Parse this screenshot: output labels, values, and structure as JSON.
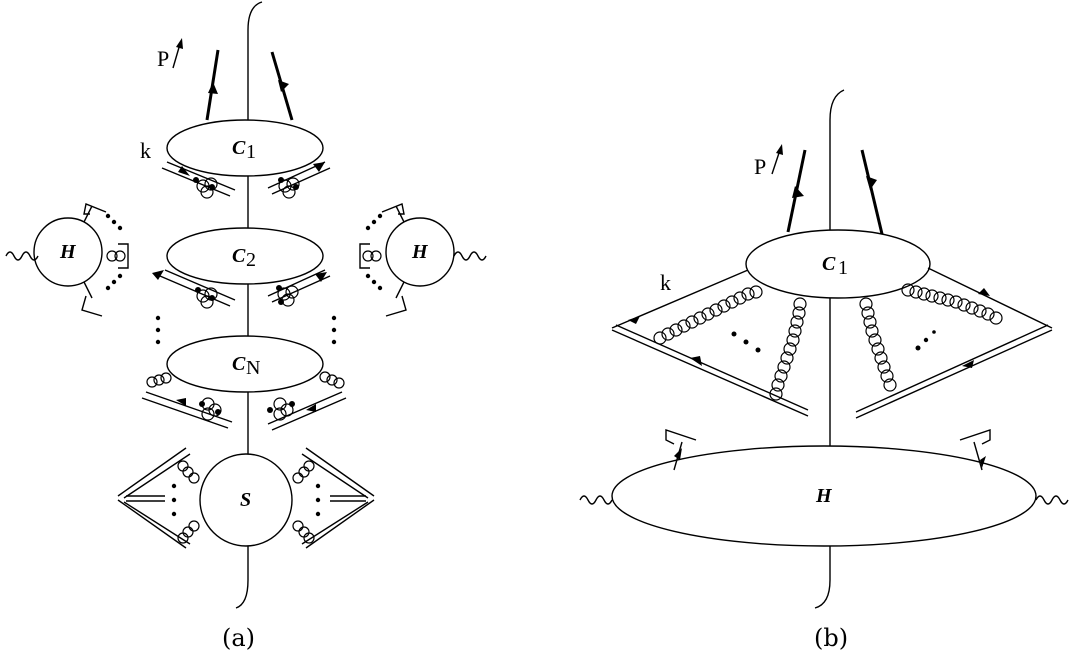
{
  "panel_a": {
    "caption": "(a)",
    "momentum_P": "P",
    "momentum_k": "k",
    "blobs": {
      "c1": {
        "letter": "C",
        "sub": "1"
      },
      "c2": {
        "letter": "C",
        "sub": "2"
      },
      "cn": {
        "letter": "C",
        "sub": "N"
      },
      "s": {
        "letter": "S"
      },
      "h_left": {
        "letter": "H"
      },
      "h_right": {
        "letter": "H"
      }
    }
  },
  "panel_b": {
    "caption": "(b)",
    "momentum_P": "P",
    "momentum_k": "k",
    "blobs": {
      "c1": {
        "letter": "C",
        "sub": "1"
      },
      "h": {
        "letter": "H"
      }
    }
  }
}
